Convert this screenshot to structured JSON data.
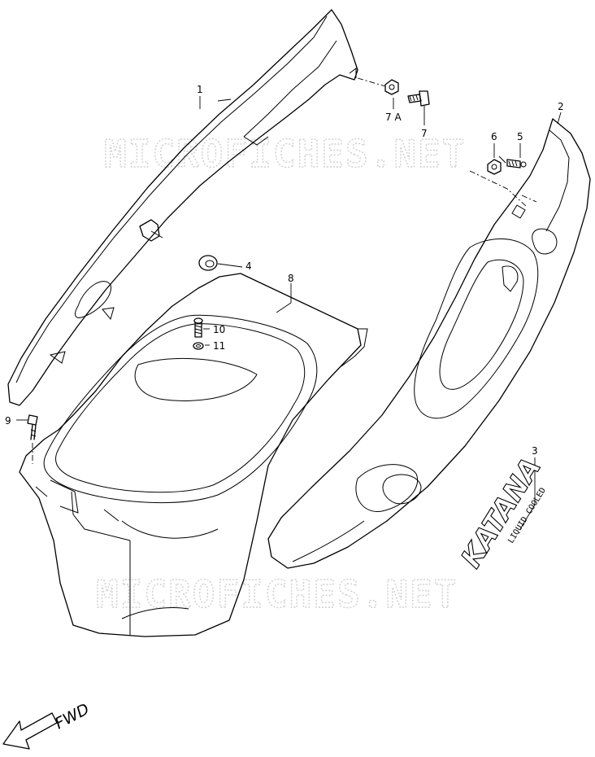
{
  "watermark": {
    "top": "MICROFICHES.NET",
    "bottom": "MICROFICHES.NET"
  },
  "callouts": [
    "1",
    "2",
    "3",
    "4",
    "5",
    "6",
    "7",
    "7 A",
    "8",
    "9",
    "10",
    "11"
  ],
  "decal": {
    "brand": "KATANA",
    "subtitle": "LIQUID COOLED"
  },
  "direction": {
    "label": "FWD"
  }
}
